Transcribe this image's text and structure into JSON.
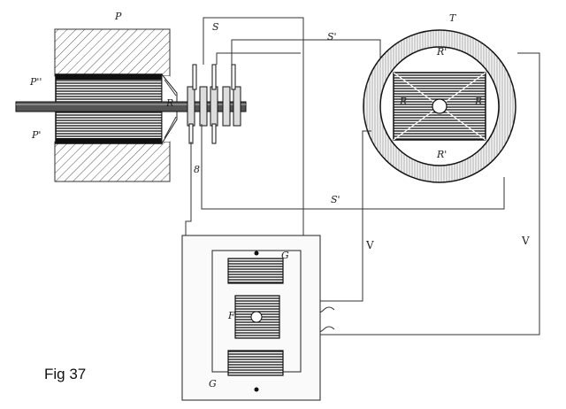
{
  "caption": "Fig 37",
  "labels": {
    "P": "P",
    "P_double_prime": "P''",
    "P_prime": "P'",
    "R_shaft": "R",
    "S_top": "S",
    "S_prime_top": "S'",
    "S_prime_bottom": "S'",
    "eight": "8",
    "T": "T",
    "R_prime_top": "R'",
    "R_prime_bottom": "R'",
    "R_left": "R",
    "R_right": "R",
    "V_left": "V",
    "V_right": "V",
    "G_top": "G",
    "G_bottom": "G",
    "F": "F"
  }
}
